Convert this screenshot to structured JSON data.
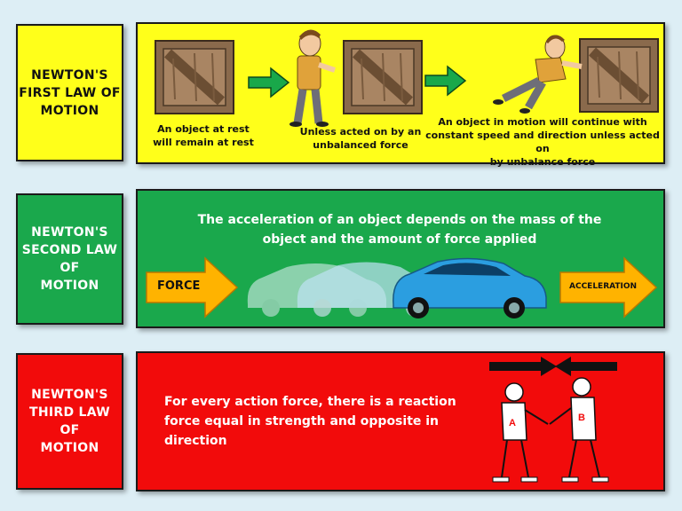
{
  "colors": {
    "yellow": "#ffff1a",
    "green": "#1aa84c",
    "red": "#f20b0b",
    "background": "#ddeef5",
    "arrow_green": "#19a84a",
    "arrow_orange": "#ffb300"
  },
  "law1": {
    "title_lines": [
      "NEWTON'S",
      "FIRST LAW OF",
      "MOTION"
    ],
    "caption_rest": [
      "An object at rest",
      "will remain at rest"
    ],
    "caption_unless": [
      "Unless acted on by an",
      "unbalanced force"
    ],
    "caption_motion": [
      "An object in motion will continue with",
      "constant speed and direction unless acted on",
      "by unbalance  force"
    ]
  },
  "law2": {
    "title_lines": [
      "NEWTON'S",
      "SECOND LAW",
      "OF",
      "MOTION"
    ],
    "statement_lines": [
      "The acceleration of an object depends on the mass of the",
      "object and the amount of force applied"
    ],
    "force_label": "FORCE",
    "acceleration_label": "ACCELERATION"
  },
  "law3": {
    "title_lines": [
      "NEWTON'S",
      "THIRD LAW OF",
      "MOTION"
    ],
    "statement_lines": [
      "For every action force, there is a reaction",
      "force equal in strength and opposite in",
      "direction"
    ],
    "skater_letter_a": "A",
    "skater_letter_b": "B"
  }
}
